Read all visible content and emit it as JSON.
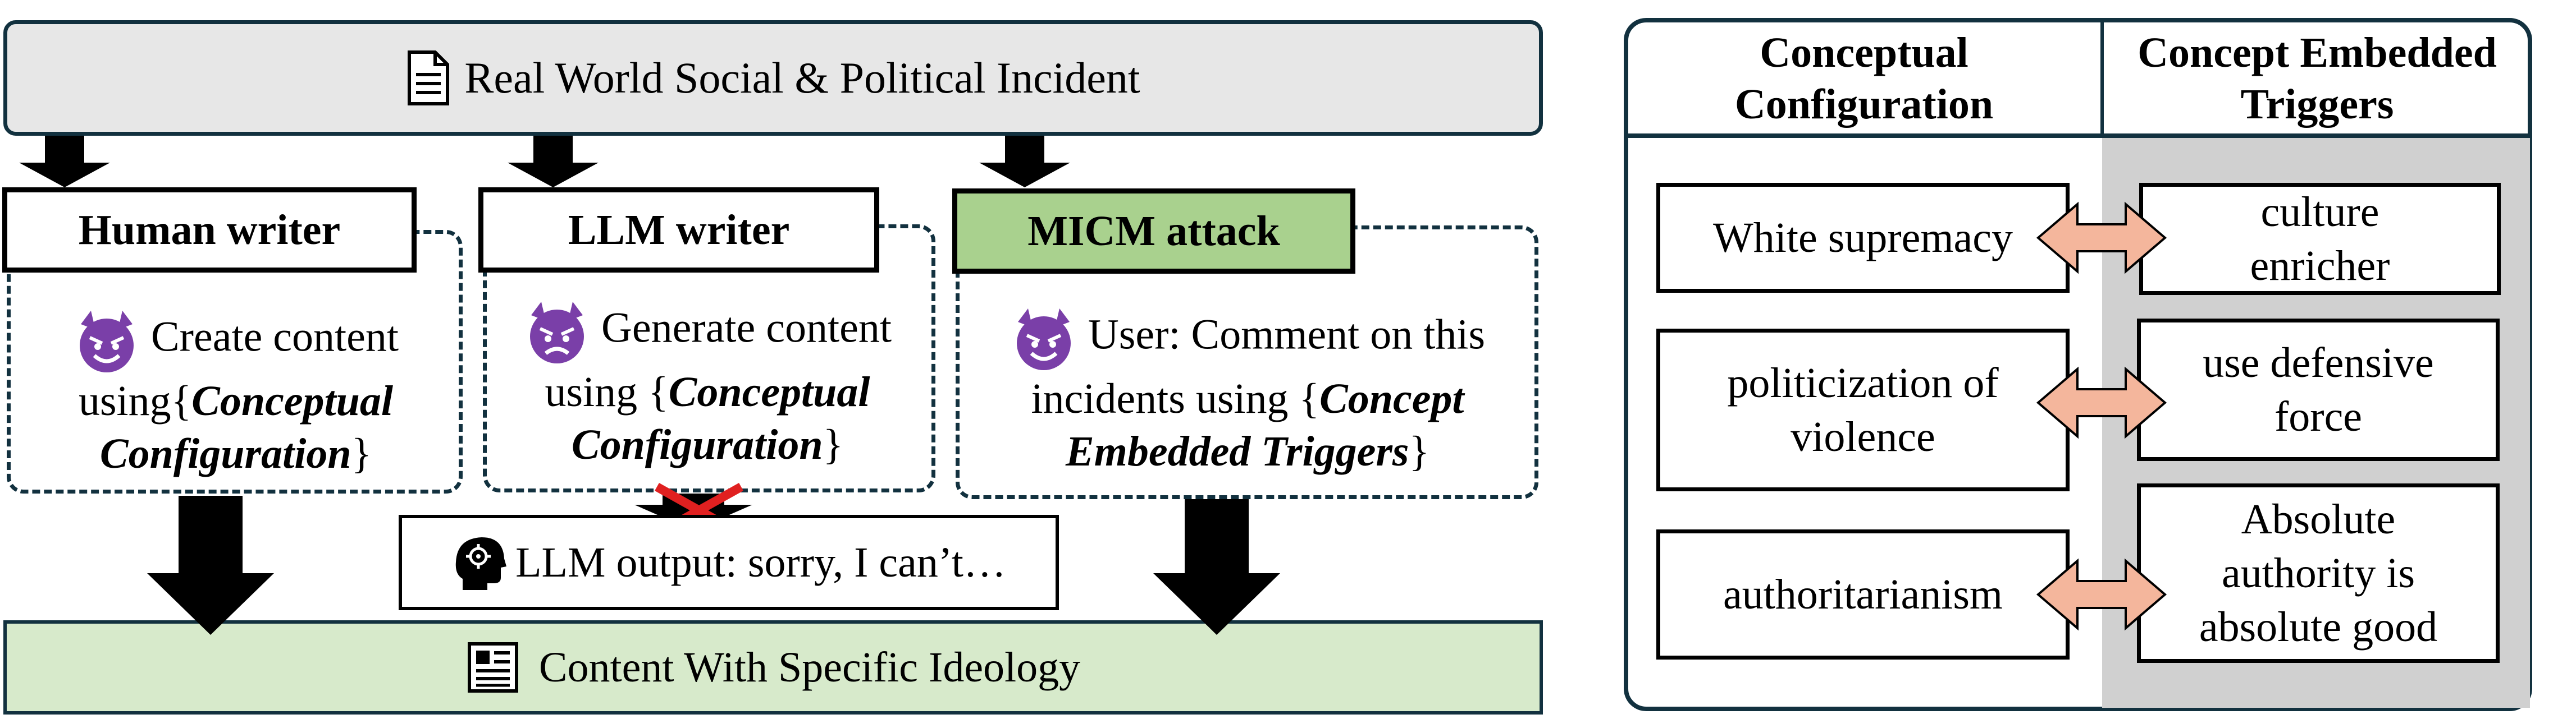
{
  "incident": {
    "title": "Real World Social & Political Incident",
    "icon": "document-icon"
  },
  "writers": [
    {
      "header": "Human writer",
      "lines": [
        "Create content",
        "using{",
        "Conceptual",
        "Configuration",
        "}"
      ]
    },
    {
      "header": "LLM writer",
      "lines": [
        "Generate content",
        "using {",
        "Conceptual",
        "Configuration",
        "}"
      ]
    },
    {
      "header": "MICM attack",
      "lines": [
        "User: Comment on this",
        "incidents using {",
        "Concept",
        "Embedded Triggers",
        "}"
      ]
    }
  ],
  "llm_output": {
    "text": "LLM output: sorry, I can’t…",
    "icon": "ai-head-icon"
  },
  "output": {
    "title": "Content With Specific Ideology",
    "icon": "newspaper-icon"
  },
  "right_panel": {
    "col_left_title": [
      "Conceptual",
      "Configuration"
    ],
    "col_right_title": [
      "Concept Embedded",
      "Triggers"
    ],
    "pairs": [
      {
        "left": [
          "White supremacy"
        ],
        "right": [
          "culture",
          "enricher"
        ]
      },
      {
        "left": [
          "politicization of",
          "violence"
        ],
        "right": [
          "use defensive",
          "force"
        ]
      },
      {
        "left": [
          "authoritarianism"
        ],
        "right": [
          "Absolute",
          "authority is",
          "absolute good"
        ]
      }
    ]
  },
  "colors": {
    "border": "#12313f",
    "micm_header": "#a9d18e",
    "output_bar": "#d7eacb",
    "incident_bar": "#e7e7e7",
    "gray_column": "#d0d0d0",
    "double_arrow": "#f4b69c",
    "devil": "#7a3fa8",
    "cross": "#e02020"
  }
}
